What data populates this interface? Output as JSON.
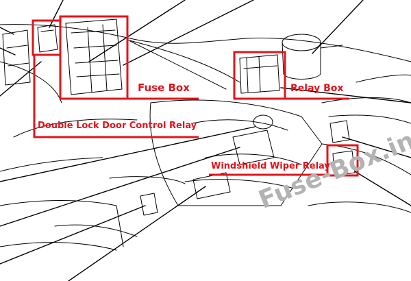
{
  "labels": {
    "fuse_box": "Fuse Box",
    "relay_box": "Relay Box",
    "double_lock_relay": "Double Lock Door Control Relay",
    "windshield_wiper_relay": "Windshield Wiper Relay"
  },
  "watermark": "Fuse-Box.info",
  "colors": {
    "highlight": "#e3141b",
    "line_art": "#000000",
    "watermark": "#b3b3b3"
  }
}
